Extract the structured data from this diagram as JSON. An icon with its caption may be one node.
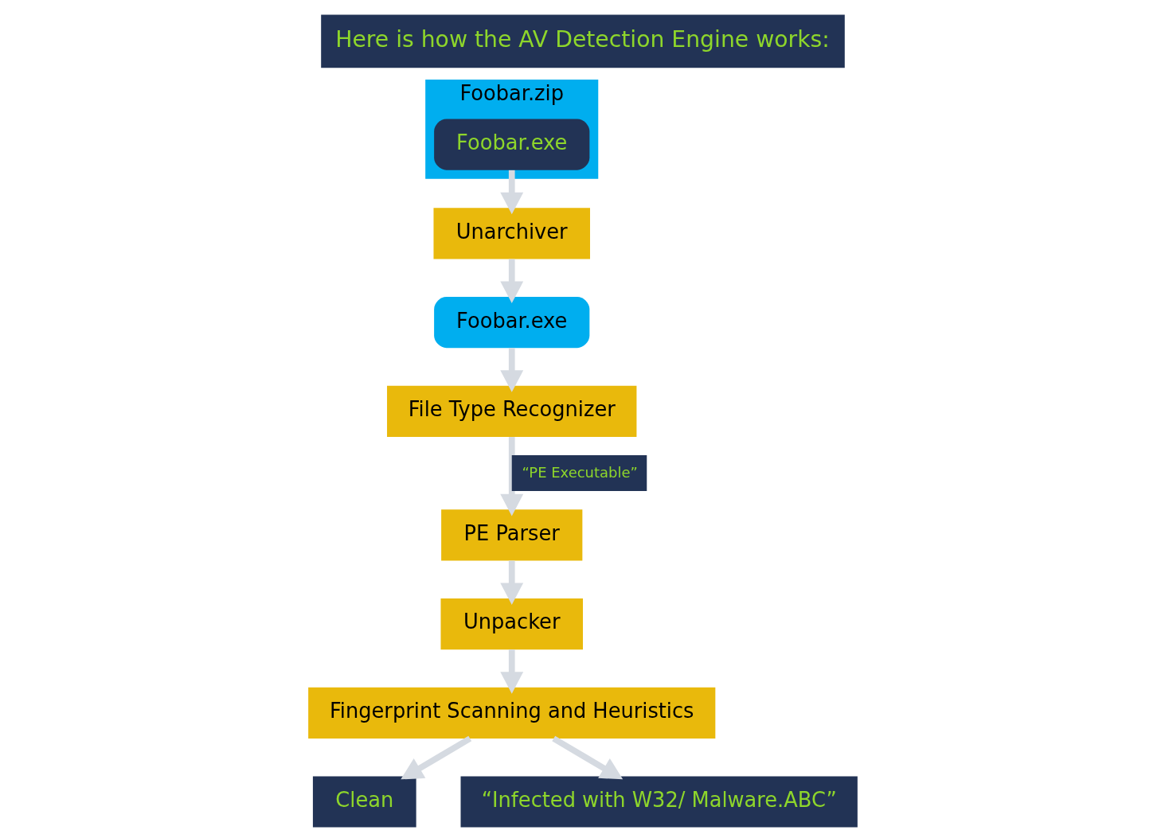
{
  "diagram": {
    "title": "Here is how the AV Detection Engine works:",
    "nodes": [
      {
        "text": [
          "Foobar.zip"
        ]
      },
      {
        "text": [
          "Foobar.exe"
        ],
        "in": 0
      },
      {
        "text": [
          "Unarchiver"
        ]
      },
      {
        "text": [
          "Foobar.exe"
        ]
      },
      {
        "text": [
          "File Type Recognizer"
        ]
      },
      {
        "text": [
          "PE Parser"
        ]
      },
      {
        "text": [
          "Unpacker"
        ]
      },
      {
        "text": [
          "Fingerprint Scanning and Heuristics"
        ]
      },
      {
        "text": [
          "Clean"
        ]
      },
      {
        "text": [
          "“Infected with W32/ Malware.ABC”"
        ]
      }
    ],
    "edges": [
      {
        "from": 1,
        "to": 2,
        "arrow": "to"
      },
      {
        "from": 2,
        "to": 3,
        "arrow": "to"
      },
      {
        "from": 3,
        "to": 4,
        "arrow": "to"
      },
      {
        "from": 4,
        "to": 5,
        "arrow": "to",
        "label": "“PE Executable”"
      },
      {
        "from": 5,
        "to": 6,
        "arrow": "to"
      },
      {
        "from": 6,
        "to": 7,
        "arrow": "to"
      },
      {
        "from": 7,
        "to": 8,
        "arrow": "to"
      },
      {
        "from": 7,
        "to": 9,
        "arrow": "to"
      }
    ]
  }
}
